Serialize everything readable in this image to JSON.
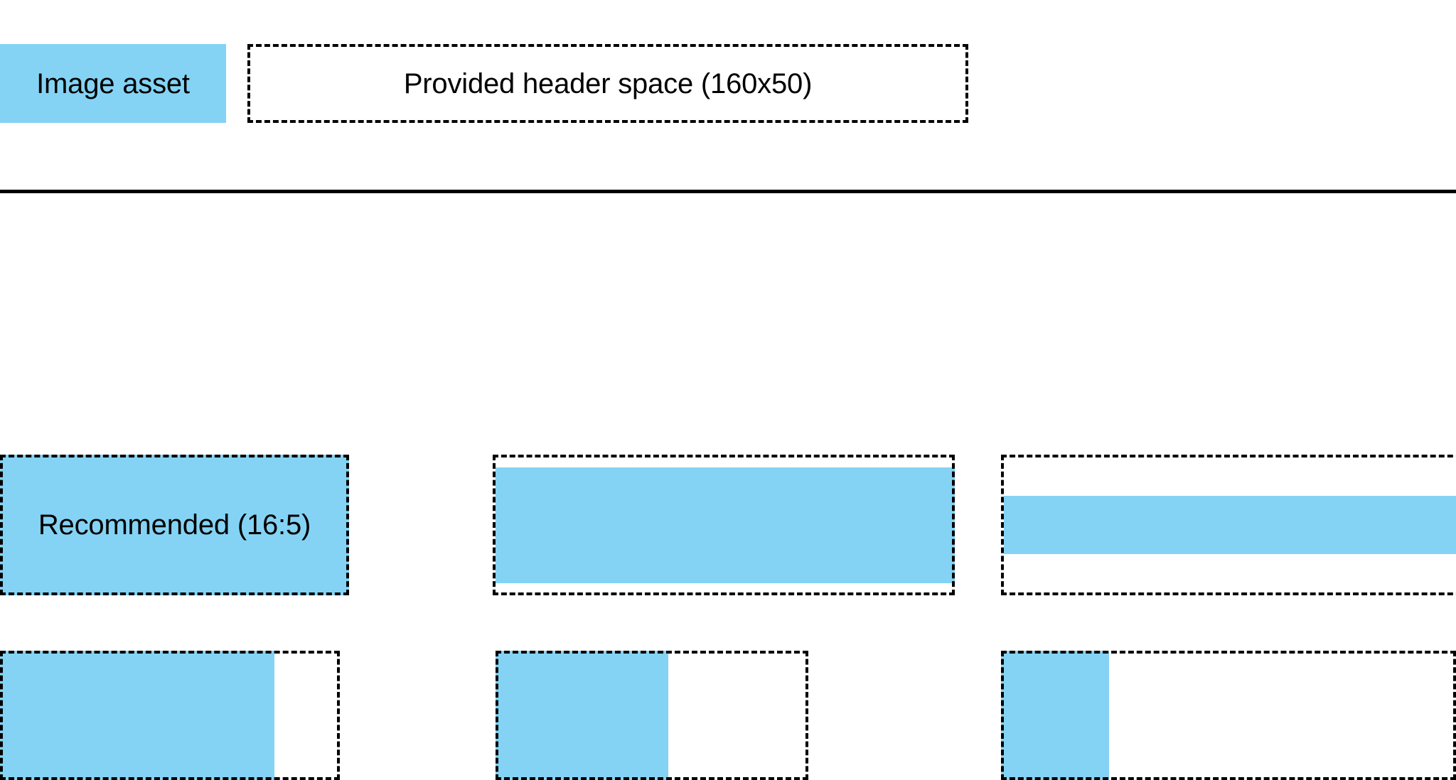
{
  "colors": {
    "accent": "#84d3f4",
    "outline": "#000000",
    "background": "#ffffff"
  },
  "header": {
    "legend_swatch_label": "Image asset",
    "provided_space_label": "Provided header space (160x50)"
  },
  "ratio_grid": {
    "recommended_label": "Recommended (16:5)",
    "rows": [
      {
        "cells": [
          {
            "fill": "full"
          },
          {
            "fill": "letterbox"
          },
          {
            "fill": "thin-band"
          }
        ]
      },
      {
        "cells": [
          {
            "fill": "left-wide"
          },
          {
            "fill": "left-medium"
          },
          {
            "fill": "left-narrow"
          }
        ]
      }
    ]
  }
}
